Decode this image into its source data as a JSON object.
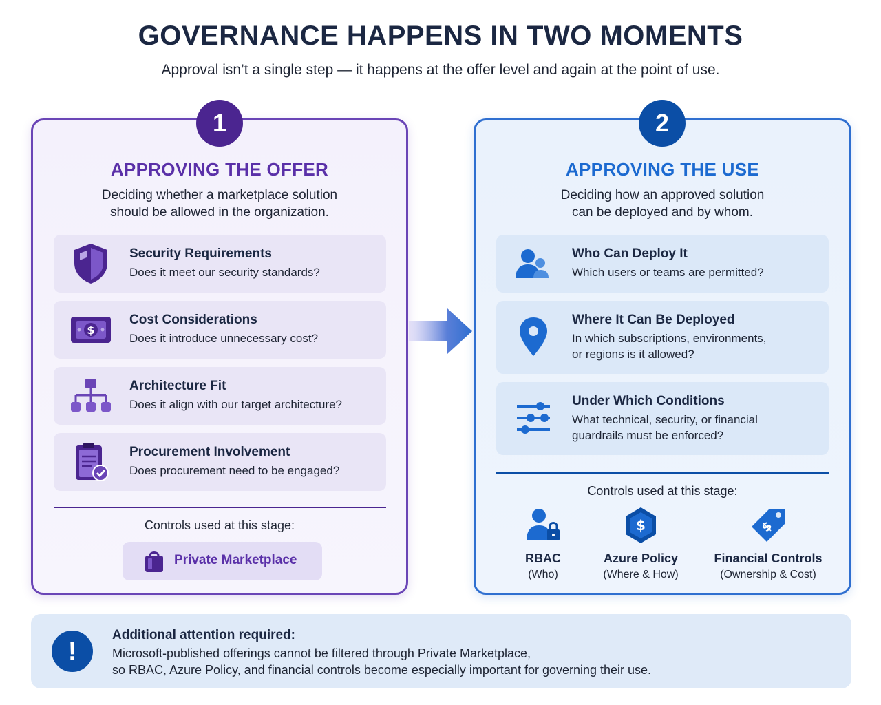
{
  "header": {
    "title": "GOVERNANCE HAPPENS IN TWO MOMENTS",
    "subtitle": "Approval isn’t a single step — it happens at the offer level and again at the point of use."
  },
  "colors": {
    "offer_accent": "#5a30a8",
    "use_accent": "#1c6ad0",
    "offer_badge": "#4b2590",
    "use_badge": "#0b4ea6"
  },
  "offer": {
    "number": "1",
    "title": "APPROVING THE OFFER",
    "description_line1": "Deciding whether a marketplace solution",
    "description_line2": "should be allowed in the organization.",
    "items": [
      {
        "icon": "shield-icon",
        "title": "Security Requirements",
        "desc": "Does it meet our security standards?"
      },
      {
        "icon": "money-icon",
        "title": "Cost Considerations",
        "desc": "Does it introduce unnecessary cost?"
      },
      {
        "icon": "hierarchy-icon",
        "title": "Architecture Fit",
        "desc": "Does it align with our target architecture?"
      },
      {
        "icon": "clipboard-check-icon",
        "title": "Procurement Involvement",
        "desc": "Does procurement need to be engaged?"
      }
    ],
    "controls_label": "Controls used at this stage:",
    "control": {
      "icon": "shopping-bag-icon",
      "label": "Private Marketplace"
    }
  },
  "use": {
    "number": "2",
    "title": "APPROVING THE USE",
    "description_line1": "Deciding how an approved solution",
    "description_line2": "can be deployed and by whom.",
    "items": [
      {
        "icon": "users-icon",
        "title": "Who Can Deploy It",
        "desc_line1": "Which users or teams are permitted?",
        "desc_line2": ""
      },
      {
        "icon": "location-pin-icon",
        "title": "Where It Can Be Deployed",
        "desc_line1": "In which subscriptions, environments,",
        "desc_line2": "or regions is it allowed?"
      },
      {
        "icon": "sliders-icon",
        "title": "Under Which Conditions",
        "desc_line1": "What technical, security, or financial",
        "desc_line2": "guardrails must be enforced?"
      }
    ],
    "controls_label": "Controls used at this stage:",
    "controls": [
      {
        "icon": "user-lock-icon",
        "name": "RBAC",
        "sub": "(Who)"
      },
      {
        "icon": "policy-hexagon-icon",
        "name": "Azure Policy",
        "sub": "(Where & How)"
      },
      {
        "icon": "price-tag-icon",
        "name": "Financial Controls",
        "sub": "(Ownership & Cost)"
      }
    ]
  },
  "note": {
    "icon": "exclamation-icon",
    "title": "Additional attention required:",
    "line1": "Microsoft-published offerings cannot be filtered through Private Marketplace,",
    "line2": "so RBAC, Azure Policy, and financial controls become especially important for governing their use."
  }
}
